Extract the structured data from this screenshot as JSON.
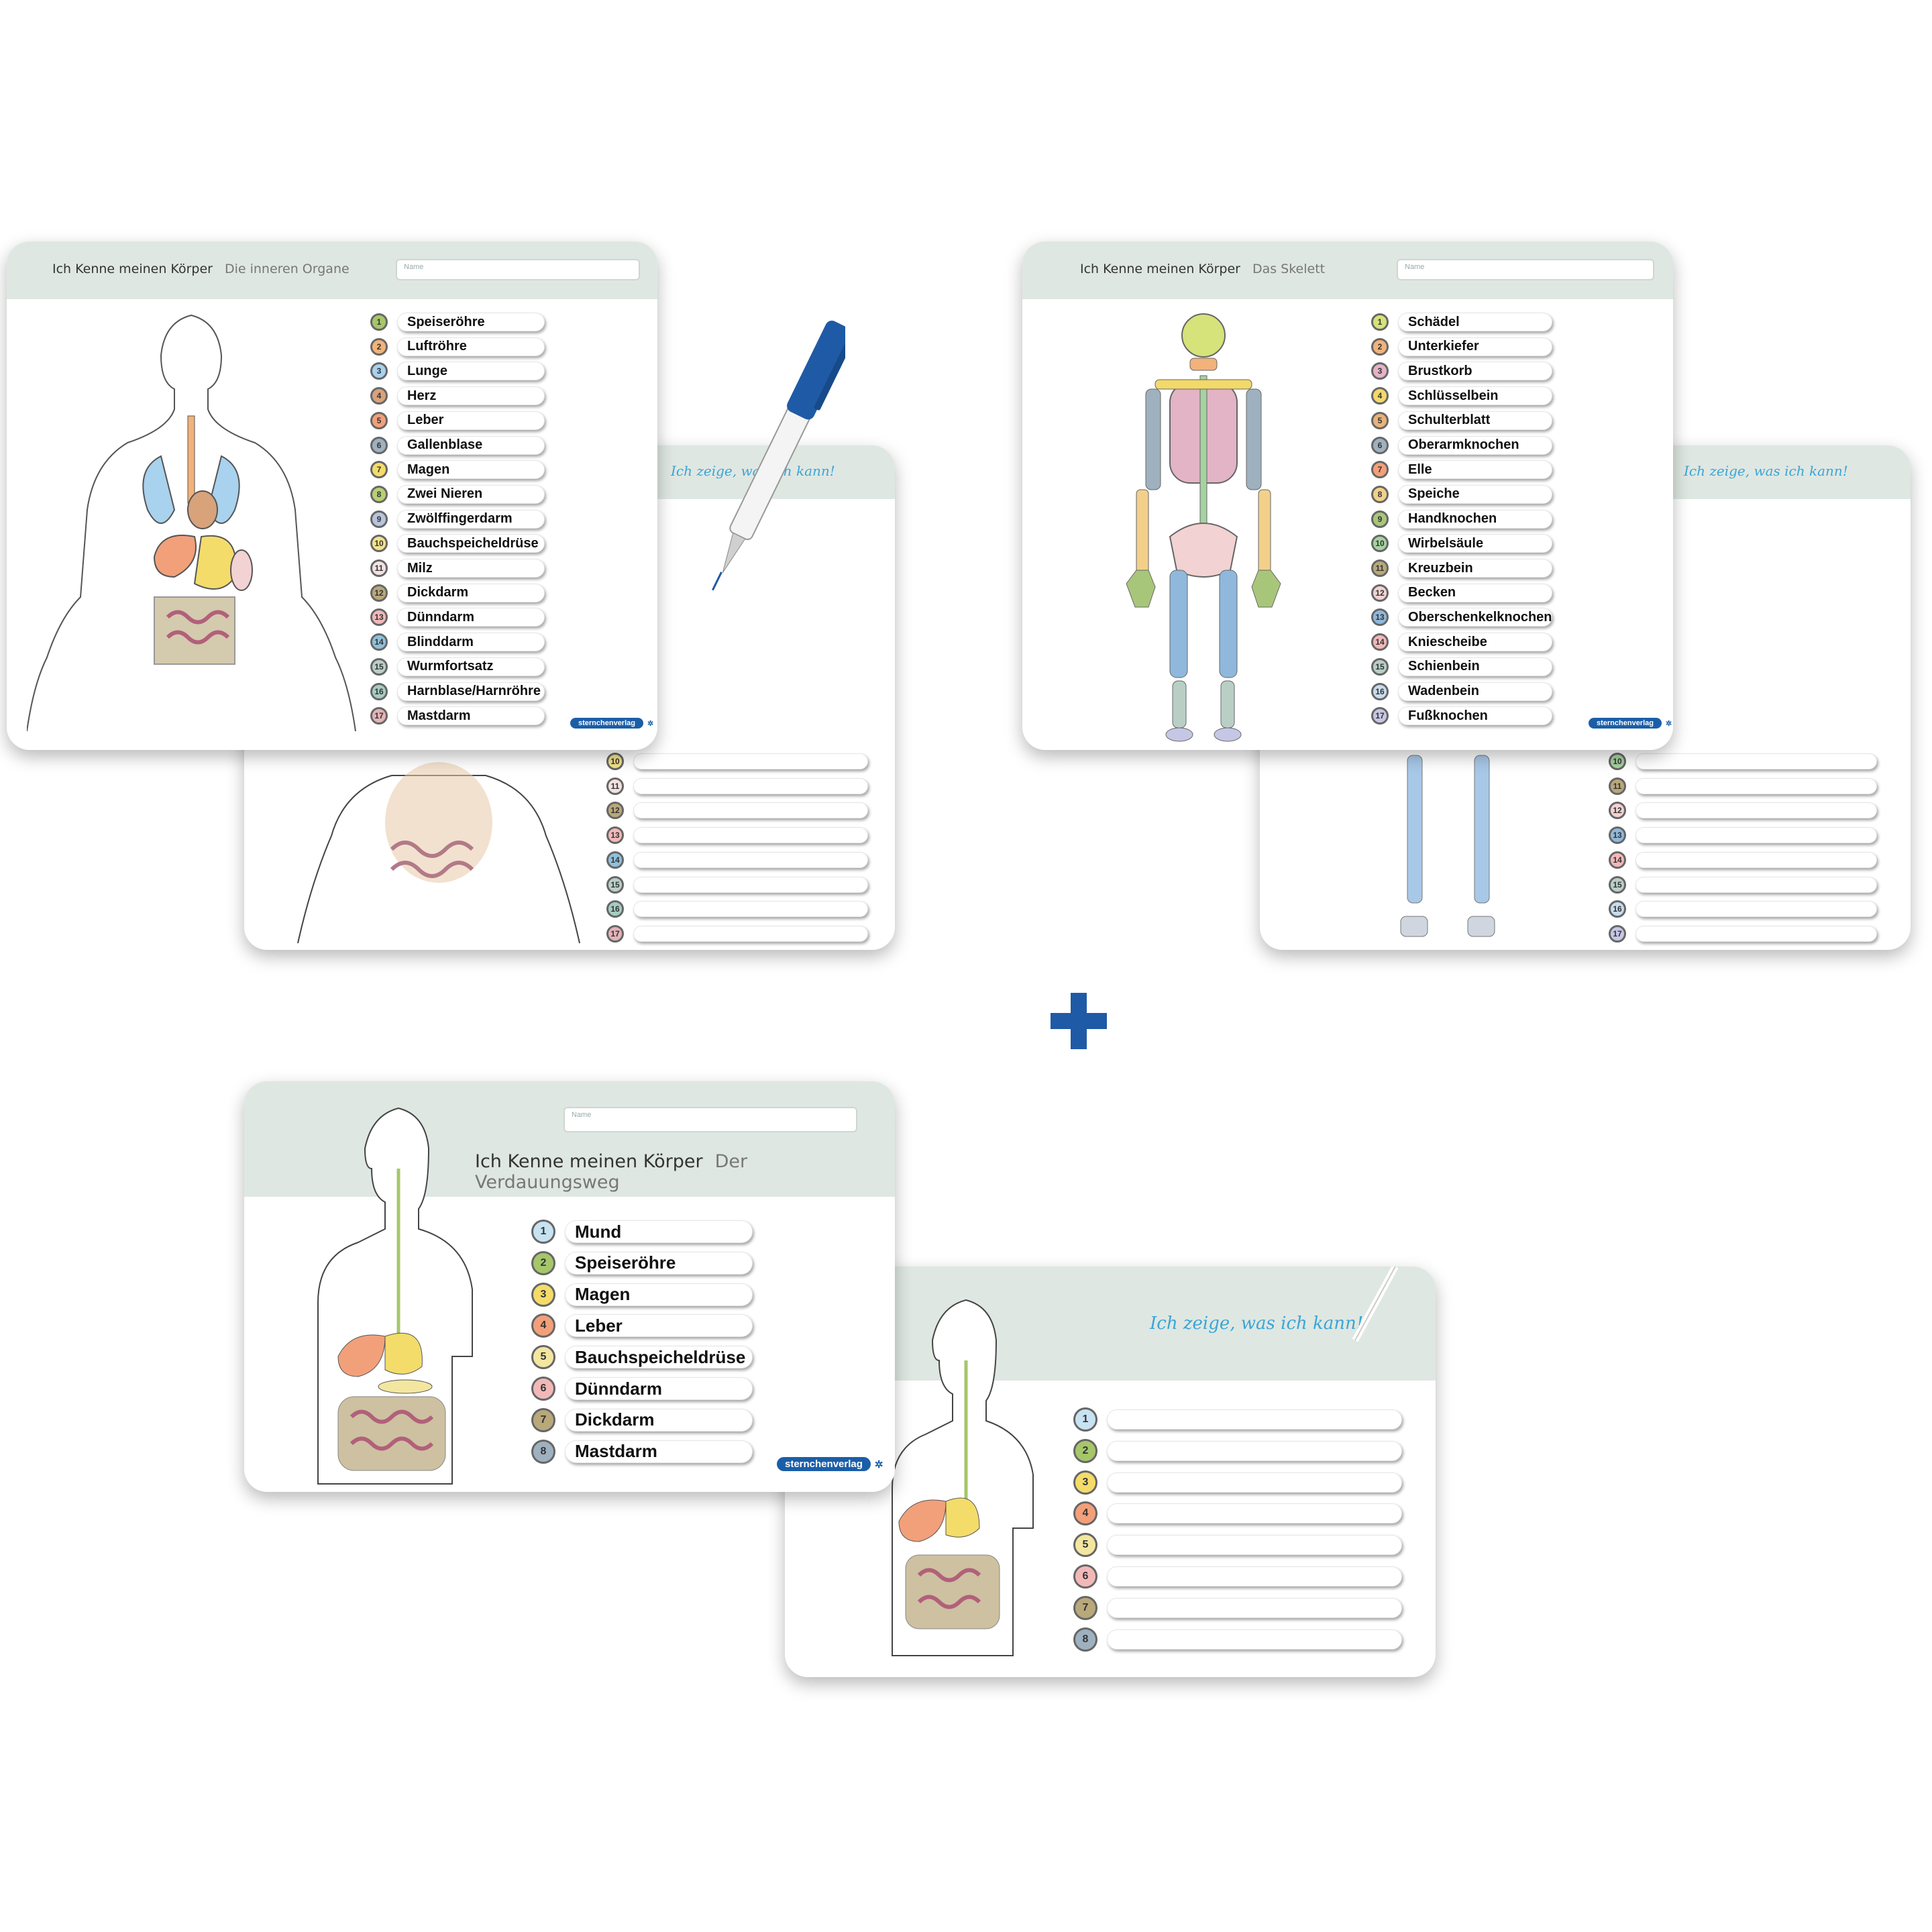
{
  "organs_card": {
    "title": "Ich Kenne meinen Körper",
    "subtitle": "Die inneren Organe",
    "name_placeholder": "Name",
    "labels": [
      "Speiseröhre",
      "Luftröhre",
      "Lunge",
      "Herz",
      "Leber",
      "Gallenblase",
      "Magen",
      "Zwei Nieren",
      "Zwölffingerdarm",
      "Bauchspeicheldrüse",
      "Milz",
      "Dickdarm",
      "Dünndarm",
      "Blinddarm",
      "Wurmfortsatz",
      "Harnblase/Harnröhre",
      "Mastdarm"
    ],
    "badge_colors": [
      "#a6c66a",
      "#f2b27a",
      "#a8d2ee",
      "#d8a27a",
      "#f2a07a",
      "#9fb1bf",
      "#f3dc6a",
      "#b8d074",
      "#b7c5dc",
      "#f3e28a",
      "#f2e2e2",
      "#b8a87a",
      "#f2b8b8",
      "#8fc0dc",
      "#b9cfc6",
      "#a7ccc2",
      "#e3b3b8"
    ],
    "logo": "sternchenverlag"
  },
  "organs_back": {
    "tagline": "Ich zeige, was ich kann!",
    "visible_numbers": [
      "10",
      "11",
      "12",
      "13",
      "14",
      "15",
      "16",
      "17"
    ],
    "badge_colors": [
      "#f3e28a",
      "#f2e2e2",
      "#b8a87a",
      "#f2b8b8",
      "#8fc0dc",
      "#b9cfc6",
      "#a7ccc2",
      "#e3b3b8"
    ]
  },
  "skeleton_card": {
    "title": "Ich Kenne meinen Körper",
    "subtitle": "Das Skelett",
    "name_placeholder": "Name",
    "labels": [
      "Schädel",
      "Unterkiefer",
      "Brustkorb",
      "Schlüsselbein",
      "Schulterblatt",
      "Oberarmknochen",
      "Elle",
      "Speiche",
      "Handknochen",
      "Wirbelsäule",
      "Kreuzbein",
      "Becken",
      "Oberschenkelknochen",
      "Kniescheibe",
      "Schienbein",
      "Wadenbein",
      "Fußknochen"
    ],
    "badge_colors": [
      "#d6e27a",
      "#f2b27a",
      "#e3b3c6",
      "#f3d86a",
      "#e8b37a",
      "#9fb1bf",
      "#f2a07a",
      "#f3d08a",
      "#a8c67a",
      "#a6d2a0",
      "#b8a87a",
      "#f2d2d2",
      "#8fb8dc",
      "#f2b8b8",
      "#b9cfc6",
      "#c8dcee",
      "#c6c6e6"
    ],
    "logo": "sternchenverlag"
  },
  "skeleton_back": {
    "tagline": "Ich zeige, was ich kann!",
    "visible_numbers": [
      "10",
      "11",
      "12",
      "13",
      "14",
      "15",
      "16",
      "17"
    ],
    "badge_colors": [
      "#a6d2a0",
      "#b8a87a",
      "#f2d2d2",
      "#8fb8dc",
      "#f2b8b8",
      "#b9cfc6",
      "#c8dcee",
      "#c6c6e6"
    ]
  },
  "digestion_card": {
    "title": "Ich Kenne meinen Körper",
    "subtitle": "Der Verdauungsweg",
    "name_placeholder": "Name",
    "labels": [
      "Mund",
      "Speiseröhre",
      "Magen",
      "Leber",
      "Bauchspeicheldrüse",
      "Dünndarm",
      "Dickdarm",
      "Mastdarm"
    ],
    "badge_colors": [
      "#c8e2f2",
      "#a6c66a",
      "#f3dc6a",
      "#f2a07a",
      "#f3e6a0",
      "#f2b8b8",
      "#b8a87a",
      "#9fb1bf"
    ],
    "logo": "sternchenverlag"
  },
  "digestion_back": {
    "tagline": "Ich zeige, was ich kann!",
    "visible_numbers": [
      "1",
      "2",
      "3",
      "4",
      "5",
      "6",
      "7",
      "8"
    ],
    "badge_colors": [
      "#c8e2f2",
      "#a6c66a",
      "#f3dc6a",
      "#f2a07a",
      "#f3e6a0",
      "#f2b8b8",
      "#b8a87a",
      "#9fb1bf"
    ]
  },
  "plus_color": "#1f5aa6"
}
